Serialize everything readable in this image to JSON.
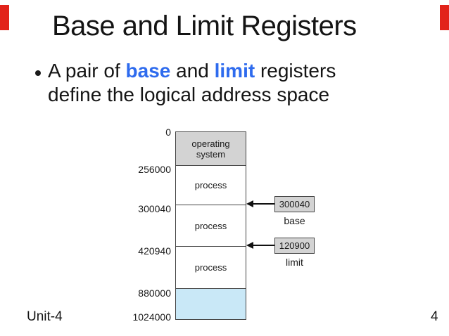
{
  "slide": {
    "title": "Base and Limit Registers",
    "bullet": {
      "pre": "A pair of ",
      "keyword1": "base",
      "mid": " and ",
      "keyword2": "limit",
      "post": " registers",
      "line2": "define the logical address space"
    },
    "footer": {
      "left": "Unit-4",
      "page": "4"
    },
    "colors": {
      "keyword_blue": "#2e6bee",
      "edge_red": "#e2231a",
      "memory_gray": "#d3d3d3",
      "free_space_blue": "#c9e8f7"
    }
  },
  "diagram": {
    "address_labels": [
      "0",
      "256000",
      "300040",
      "420940",
      "880000",
      "1024000"
    ],
    "memory_sections": [
      {
        "id": "operating-system",
        "line1": "operating",
        "line2": "system"
      },
      {
        "id": "process-1",
        "label": "process"
      },
      {
        "id": "process-2",
        "label": "process"
      },
      {
        "id": "process-3",
        "label": "process"
      },
      {
        "id": "free-space",
        "label": ""
      }
    ],
    "registers": [
      {
        "value": "300040",
        "caption": "base"
      },
      {
        "value": "120900",
        "caption": "limit"
      }
    ]
  }
}
